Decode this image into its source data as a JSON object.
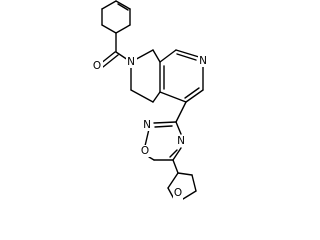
{
  "structure": {
    "atoms": {
      "carbonyl_oxygen": "O",
      "amide_nitrogen": "N",
      "pyridine_nitrogen": "N",
      "oxadiazole_oxygen": "O",
      "oxadiazole_nitrogen_1": "N",
      "oxadiazole_nitrogen_2": "N",
      "oxolane_oxygen": "O"
    }
  },
  "colors": {
    "bond": "#000000",
    "label": "#000000",
    "background": "#ffffff"
  }
}
